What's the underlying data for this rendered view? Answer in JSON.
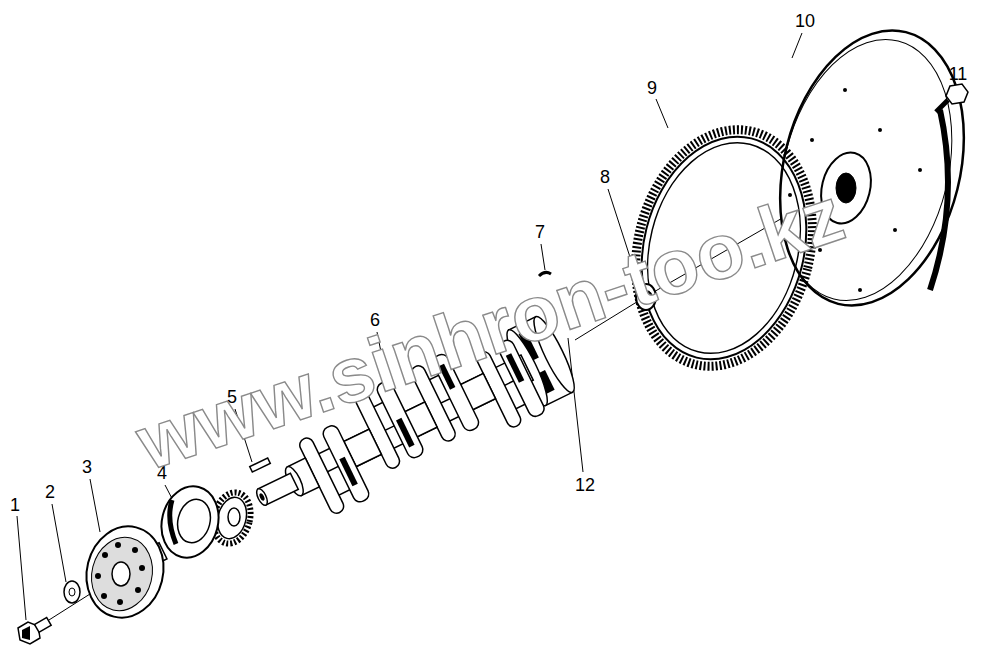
{
  "diagram": {
    "labels": [
      "1",
      "2",
      "3",
      "4",
      "5",
      "6",
      "7",
      "8",
      "9",
      "10",
      "11",
      "12",
      "www.sinhron-too.kz"
    ]
  }
}
